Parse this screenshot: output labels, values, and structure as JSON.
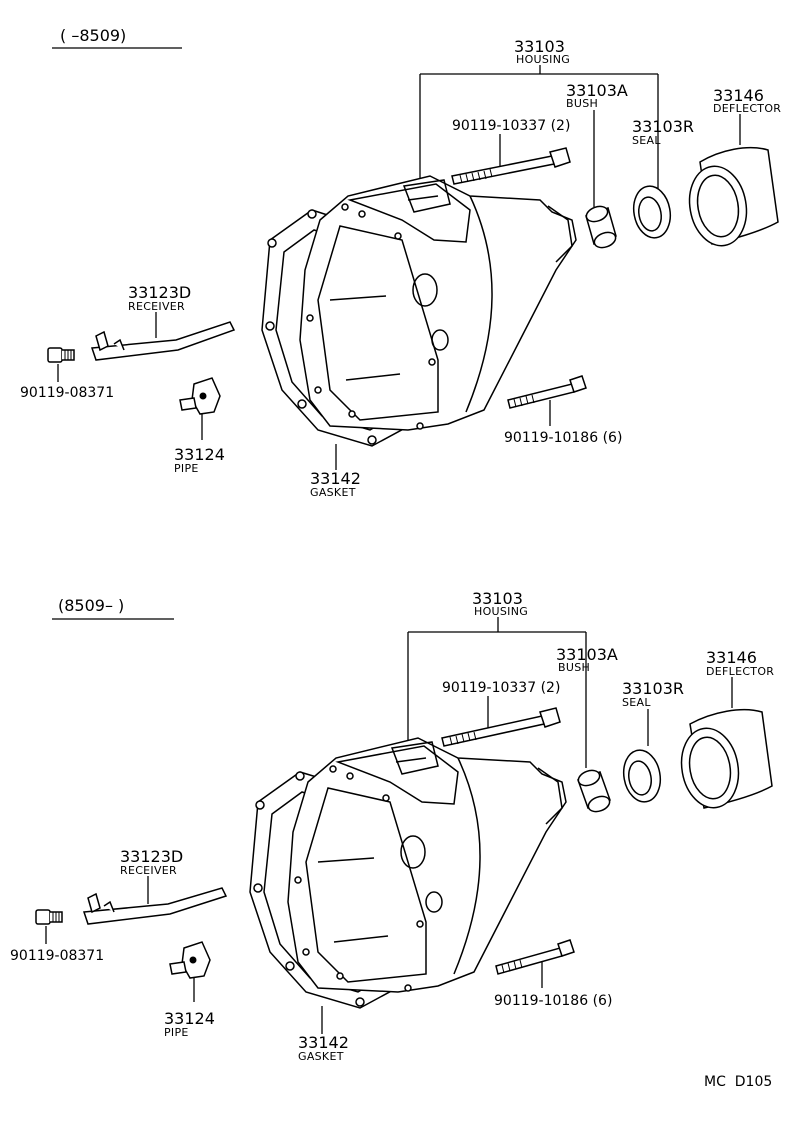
{
  "diagram_code": "MC  D105",
  "sections": [
    {
      "period": "(        –8509)",
      "labels": {
        "housing_no": "33103",
        "housing_name": "HOUSING",
        "bush_no": "33103A",
        "bush_name": "BUSH",
        "seal_no": "33103R",
        "seal_name": "SEAL",
        "deflector_no": "33146",
        "deflector_name": "DEFLECTOR",
        "bolt_long": "90119-10337 (2)",
        "bolt_lower": "90119-10186 (6)",
        "receiver_no": "33123D",
        "receiver_name": "RECEIVER",
        "bolt_small": "90119-08371",
        "pipe_no": "33124",
        "pipe_name": "PIPE",
        "gasket_no": "33142",
        "gasket_name": "GASKET"
      }
    },
    {
      "period": "(8509–        )",
      "labels": {
        "housing_no": "33103",
        "housing_name": "HOUSING",
        "bush_no": "33103A",
        "bush_name": "BUSH",
        "seal_no": "33103R",
        "seal_name": "SEAL",
        "deflector_no": "33146",
        "deflector_name": "DEFLECTOR",
        "bolt_long": "90119-10337 (2)",
        "bolt_lower": "90119-10186 (6)",
        "receiver_no": "33123D",
        "receiver_name": "RECEIVER",
        "bolt_small": "90119-08371",
        "pipe_no": "33124",
        "pipe_name": "PIPE",
        "gasket_no": "33142",
        "gasket_name": "GASKET"
      }
    }
  ]
}
